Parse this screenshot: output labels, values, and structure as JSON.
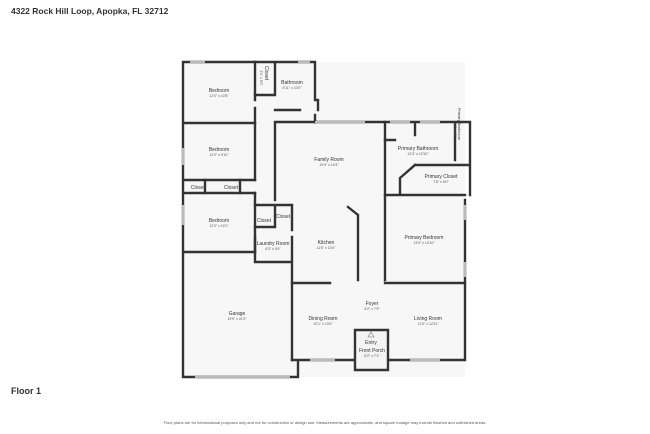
{
  "header": {
    "title": "4322 Rock Hill Loop, Apopka, FL 32712"
  },
  "floor_label": "Floor 1",
  "footer": {
    "disclaimer": "Floor plans are for informational purposes only and not for construction or design use. Measurements are approximate, and square footage may include finished and unfinished areas."
  },
  "rooms": [
    {
      "name": "Bedroom",
      "dims": "12'0\" x 10'5\""
    },
    {
      "name": "Closet",
      "dims": "3'1\" x 6'0\""
    },
    {
      "name": "Bathroom",
      "dims": "6'11\" x 10'0\""
    },
    {
      "name": "Bedroom",
      "dims": "12'0\" x 9'10\""
    },
    {
      "name": "Closet",
      "dims": ""
    },
    {
      "name": "Closet",
      "dims": ""
    },
    {
      "name": "Bedroom",
      "dims": "12'0\" x 10'1\""
    },
    {
      "name": "Closet",
      "dims": ""
    },
    {
      "name": "Closet",
      "dims": ""
    },
    {
      "name": "Laundry Room",
      "dims": "6'3\" x 5'6\""
    },
    {
      "name": "Family Room",
      "dims": "19'4\" x 14'4\""
    },
    {
      "name": "Kitchen",
      "dims": "11'6\" x 13'4\""
    },
    {
      "name": "Primary Bathroom",
      "dims": "13'3\" x 12'10\""
    },
    {
      "name": "Primary Bathroom",
      "dims": "2'1\" x 6'0\""
    },
    {
      "name": "Primary Closet",
      "dims": "7'8\" x 6'0\""
    },
    {
      "name": "Primary Bedroom",
      "dims": "13'3\" x 14'10\""
    },
    {
      "name": "Garage",
      "dims": "19'9\" x 21'2\""
    },
    {
      "name": "Foyer",
      "dims": "6'2\" x 7'9\""
    },
    {
      "name": "Dining Room",
      "dims": "10'1\" x 13'0\""
    },
    {
      "name": "Living Room",
      "dims": "12'4\" x 12'11\""
    },
    {
      "name": "Entry",
      "dims": ""
    },
    {
      "name": "Front Porch",
      "dims": "6'2\" x 7'1\""
    }
  ]
}
